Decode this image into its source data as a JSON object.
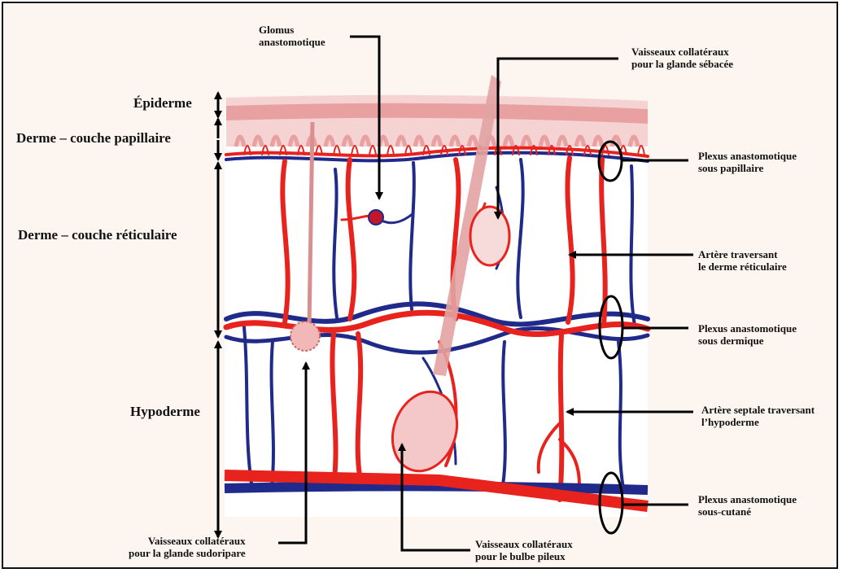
{
  "colors": {
    "background": "#fdf5ef",
    "artery": "#e8221c",
    "vein": "#1f2a8a",
    "epidermis": "#e9a0a0",
    "epidermis_light": "#f6d3d3",
    "hair": "#e3a3a3",
    "annotation": "#000000"
  },
  "layers": {
    "epiderme": "Épiderme",
    "papillaire": "Derme – couche papillaire",
    "reticulaire": "Derme – couche réticulaire",
    "hypoderme": "Hypoderme"
  },
  "labels": {
    "glomus": [
      "Glomus",
      "anastomotique"
    ],
    "vaisseaux_sebacee": [
      "Vaisseaux collatéraux",
      "pour la glande sébacée"
    ],
    "plexus_papillaire": [
      "Plexus anastomotique",
      "sous papillaire"
    ],
    "artere_reticulaire": [
      "Artère traversant",
      "le derme réticulaire"
    ],
    "plexus_dermique": [
      "Plexus anastomotique",
      "sous dermique"
    ],
    "artere_septale": [
      "Artère septale traversant",
      "l’hypoderme"
    ],
    "plexus_cutane": [
      "Plexus anastomotique",
      "sous-cutané"
    ],
    "vaisseaux_sudoripare": [
      "Vaisseaux collatéraux",
      "pour la glande sudoripare"
    ],
    "vaisseaux_bulbe": [
      "Vaisseaux collatéraux",
      "pour le bulbe pileux"
    ]
  }
}
